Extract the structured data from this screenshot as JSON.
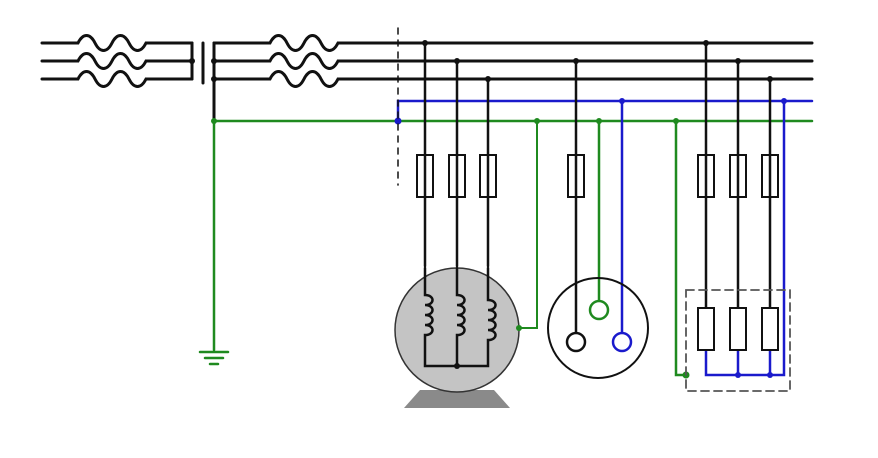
{
  "diagram": {
    "kind": "TN-C-S earthing system schematic",
    "colors": {
      "phase": "#111111",
      "neutral": "#1a1acc",
      "protective_earth": "#1f8a1f",
      "motor_fill": "#c4c4c4",
      "motor_base": "#8a8a8a",
      "dashed": "#555555"
    },
    "loads": [
      "three-phase-motor",
      "single-phase-socket",
      "three-phase-resistive-load"
    ]
  }
}
